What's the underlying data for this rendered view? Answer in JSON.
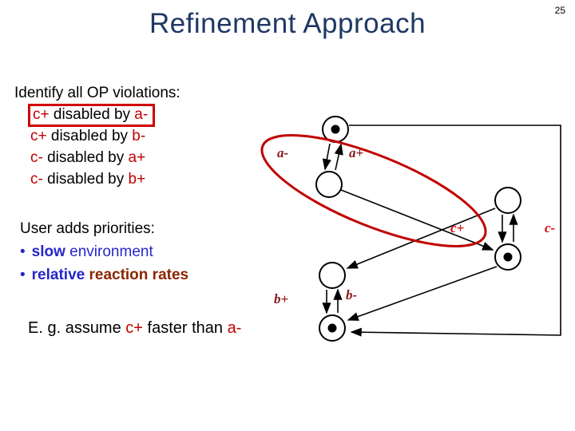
{
  "slide": {
    "number": "25",
    "title": "Refinement Approach"
  },
  "violations": {
    "heading": "Identify all OP violations:",
    "items": [
      {
        "sig1": "c+",
        "mid": " disabled by ",
        "sig2": "a-"
      },
      {
        "sig1": "c+",
        "mid": " disabled by ",
        "sig2": "b-"
      },
      {
        "sig1": "c-",
        "mid": " disabled by ",
        "sig2": "a+"
      },
      {
        "sig1": "c-",
        "mid": " disabled by ",
        "sig2": "b+"
      }
    ]
  },
  "priorities": {
    "heading": "User adds priorities:",
    "bullets": [
      {
        "marker": "•",
        "em": "slow",
        "rest": " environment"
      },
      {
        "marker": "•",
        "em": "relative",
        "rest": " reaction rates"
      }
    ]
  },
  "example": {
    "pre": "E. g. assume ",
    "sig1": "c+",
    "mid": " faster than ",
    "sig2": "a-"
  },
  "diagram": {
    "labels": {
      "a_minus": "a-",
      "a_plus": "a+",
      "b_plus": "b+",
      "b_minus": "b-",
      "c_plus": "c+",
      "c_minus": "c-"
    }
  },
  "colors": {
    "title": "#1F3864",
    "signal_red": "#C00000",
    "bullet_blue": "#2626C9",
    "dark_red": "#8B2500",
    "highlight_red": "#D00000"
  }
}
